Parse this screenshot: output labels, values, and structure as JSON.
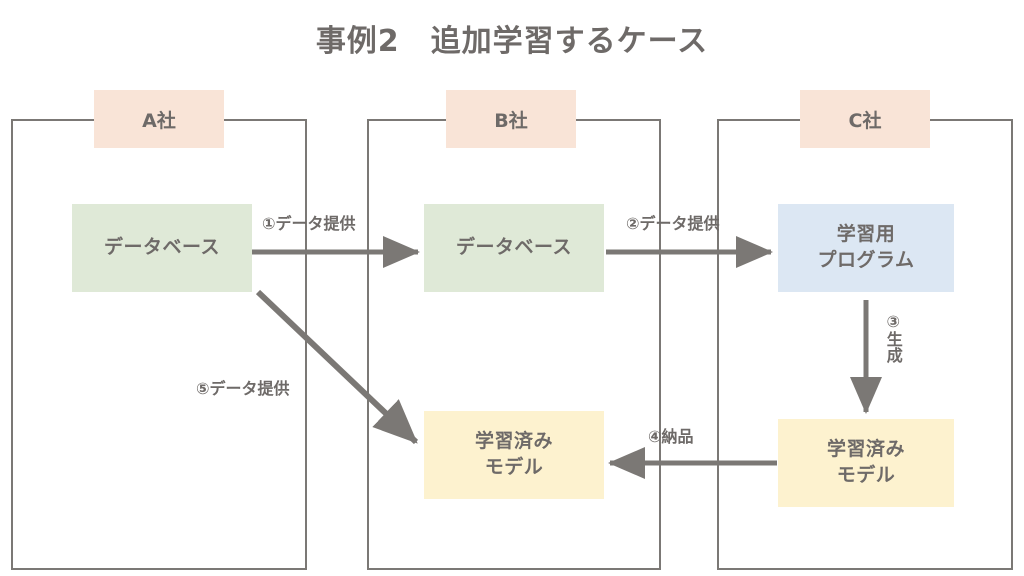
{
  "title": "事例2　追加学習するケース",
  "colors": {
    "company_label_bg": "#f9e4d7",
    "database_bg": "#dfe9d7",
    "program_bg": "#dce7f3",
    "model_bg": "#fdf2cf",
    "line": "#7b7875",
    "text": "#6e6a68",
    "background": "#ffffff"
  },
  "companies": [
    {
      "id": "a",
      "label": "A社"
    },
    {
      "id": "b",
      "label": "B社"
    },
    {
      "id": "c",
      "label": "C社"
    }
  ],
  "nodes": [
    {
      "id": "a-database",
      "label": "データベース",
      "kind": "database",
      "company": "A社"
    },
    {
      "id": "b-database",
      "label": "データベース",
      "kind": "database",
      "company": "B社"
    },
    {
      "id": "c-program",
      "line1": "学習用",
      "line2": "プログラム",
      "kind": "program",
      "company": "C社"
    },
    {
      "id": "c-model",
      "line1": "学習済み",
      "line2": "モデル",
      "kind": "model",
      "company": "C社"
    },
    {
      "id": "b-model",
      "line1": "学習済み",
      "line2": "モデル",
      "kind": "model",
      "company": "B社"
    }
  ],
  "edges": [
    {
      "id": "edge-1",
      "label": "①データ提供",
      "from": "a-database",
      "to": "b-database",
      "direction": "right"
    },
    {
      "id": "edge-2",
      "label": "②データ提供",
      "from": "b-database",
      "to": "c-program",
      "direction": "right"
    },
    {
      "id": "edge-3",
      "label": "③生成",
      "from": "c-program",
      "to": "c-model",
      "direction": "down"
    },
    {
      "id": "edge-4",
      "label": "④納品",
      "from": "c-model",
      "to": "b-model",
      "direction": "left"
    },
    {
      "id": "edge-5",
      "label": "⑤データ提供",
      "from": "a-database",
      "to": "b-model",
      "direction": "diagonal-down-right"
    }
  ]
}
